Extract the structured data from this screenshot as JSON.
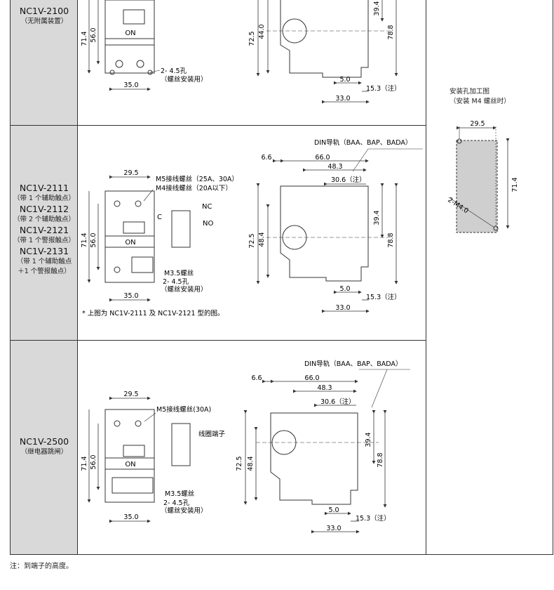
{
  "rows": [
    {
      "models": [
        "NC1V-2100"
      ],
      "descs": [
        "（无附属装置）"
      ],
      "dims": {
        "d714": "71.4",
        "d560": "56.0",
        "d350": "35.0",
        "on": "ON",
        "hole": "2- 4.5孔",
        "hole_sub": "（螺丝安装用）",
        "d725": "72.5",
        "d440": "44.0",
        "d394": "39.4",
        "d788": "78.8",
        "d50": "5.0",
        "d153": "15.3（注）",
        "d330": "33.0"
      }
    },
    {
      "models": [
        "NC1V-2111",
        "NC1V-2112",
        "NC1V-2121",
        "NC1V-2131"
      ],
      "descs": [
        "（带 1 个辅助触点）",
        "（带 2 个辅助触点）",
        "（带 1 个警报触点）",
        "（带 1 个辅助触点",
        "＋1 个警报触点）"
      ],
      "dims": {
        "din": "DIN导轨（BAA、BAP、BADA）",
        "d66": "6.6",
        "d660": "66.0",
        "d483": "48.3",
        "d306": "30.6（注）",
        "d295": "29.5",
        "m5": "M5接线螺丝（25A、30A）",
        "m4": "M4接线螺丝（20A以下）",
        "c": "C",
        "nc": "NC",
        "no": "NO",
        "d714": "71.4",
        "d560": "56.0",
        "on": "ON",
        "m35": "M3.5螺丝",
        "hole": "2- 4.5孔",
        "hole_sub": "（螺丝安装用）",
        "d350": "35.0",
        "d725": "72.5",
        "d484": "48.4",
        "d394": "39.4",
        "d788": "78.8",
        "d50": "5.0",
        "d153": "15.3（注）",
        "d330": "33.0",
        "footnote": "* 上图为 NC1V-2111 及 NC1V-2121 型的图。"
      }
    },
    {
      "models": [
        "NC1V-2500"
      ],
      "descs": [
        "（继电器跳闸）"
      ],
      "dims": {
        "din": "DIN导轨（BAA、BAP、BADA）",
        "d66": "6.6",
        "d660": "66.0",
        "d483": "48.3",
        "d306": "30.6（注）",
        "d295": "29.5",
        "m5": "M5接线螺丝(30A)",
        "coil": "线圈端子",
        "d714": "71.4",
        "d560": "56.0",
        "on": "ON",
        "m35": "M3.5螺丝",
        "hole": "2- 4.5孔",
        "hole_sub": "（螺丝安装用）",
        "d350": "35.0",
        "d725": "72.5",
        "d484": "48.4",
        "d394": "39.4",
        "d788": "78.8",
        "d50": "5.0",
        "d153": "15.3（注）",
        "d330": "33.0"
      }
    }
  ],
  "mounting": {
    "title": "安装孔加工图",
    "subtitle": "（安装 M4 螺丝时）",
    "d295": "29.5",
    "d714": "71.4",
    "hole": "2-M4.0"
  },
  "note": "注：到端子的高度。",
  "colors": {
    "label_bg": "#d9d9d9",
    "line": "#333333",
    "hole_fill": "#cfcfcf"
  }
}
